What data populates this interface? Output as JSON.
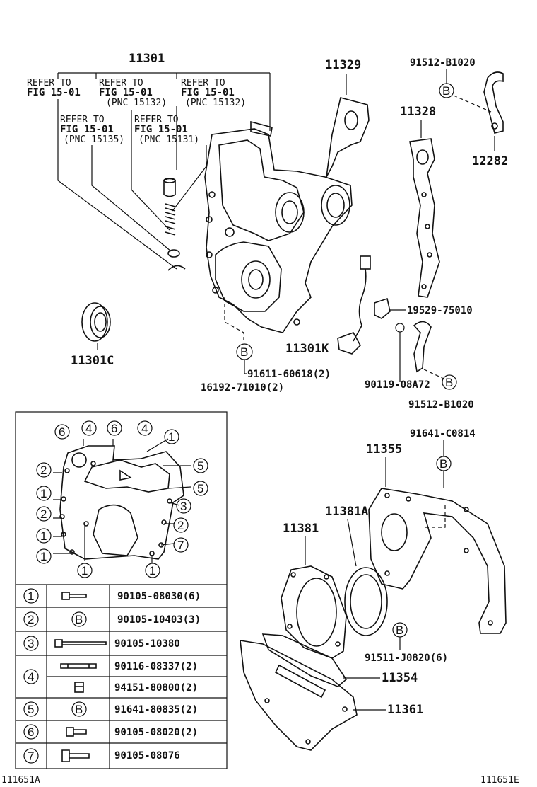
{
  "callouts": {
    "main_part": "11301",
    "refer1_a": "REFER TO",
    "refer1_b": "FIG 15-01",
    "refer2_a": "REFER TO",
    "refer2_b": "FIG 15-01",
    "refer2_c": "(PNC 15132)",
    "refer3_a": "REFER TO",
    "refer3_b": "FIG 15-01",
    "refer3_c": "(PNC 15132)",
    "refer4_a": "REFER TO",
    "refer4_b": "FIG 15-01",
    "refer4_c": "(PNC 15135)",
    "refer5_a": "REFER TO",
    "refer5_b": "FIG 15-01",
    "refer5_c": "(PNC 15131)",
    "p11329": "11329",
    "p91512_top": "91512-B1020",
    "p11328": "11328",
    "p12282": "12282",
    "p19529": "19529-75010",
    "p11301K": "11301K",
    "p91611": "91611-60618(2)",
    "p16192": "16192-71010(2)",
    "p90119": "90119-08A72",
    "p91512_bot": "91512-B1020",
    "p11301C": "11301C",
    "p91641_c": "91641-C0814",
    "p11355": "11355",
    "p11381A": "11381A",
    "p11381": "11381",
    "p91511": "91511-J0820(6)",
    "p11354": "11354",
    "p11361": "11361",
    "b_marker": "B"
  },
  "inset_numbers": [
    "6",
    "4",
    "6",
    "4",
    "1",
    "2",
    "1",
    "2",
    "1",
    "1",
    "5",
    "5",
    "3",
    "2",
    "7",
    "1",
    "1"
  ],
  "bolt_table": [
    {
      "num": "1",
      "icon": "bolt-long-icon",
      "part": "90105-08030(6)"
    },
    {
      "num": "2",
      "icon": "B",
      "part": "90105-10403(3)"
    },
    {
      "num": "3",
      "icon": "bolt-extra-long-icon",
      "part": "90105-10380"
    },
    {
      "num": "4",
      "icon": "stud-bolt-icon",
      "part": "90116-08337(2)"
    },
    {
      "num": "",
      "icon": "nut-icon",
      "part": "94151-80800(2)"
    },
    {
      "num": "5",
      "icon": "B",
      "part": "91641-80835(2)"
    },
    {
      "num": "6",
      "icon": "bolt-short-icon",
      "part": "90105-08020(2)"
    },
    {
      "num": "7",
      "icon": "bolt-flange-icon",
      "part": "90105-08076"
    }
  ],
  "footer": {
    "left_code": "111651A",
    "right_code": "111651E"
  }
}
